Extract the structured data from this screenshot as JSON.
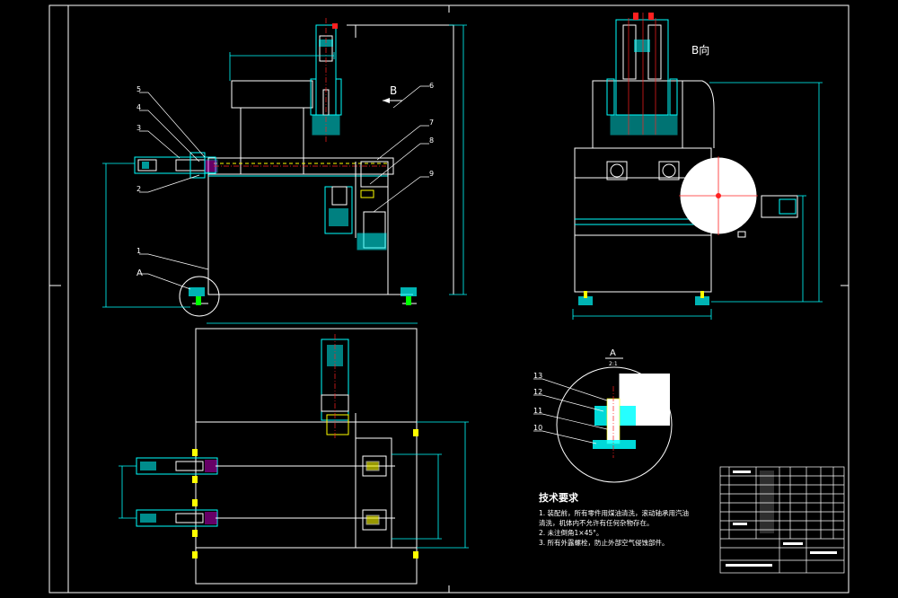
{
  "colors": {
    "background": "#000000",
    "outline": "#ffffff",
    "cyan": "#00ffff",
    "green": "#00ff00",
    "red": "#ff2020",
    "yellow": "#ffff00",
    "magenta": "#ff00ff"
  },
  "views": {
    "b_view_title": "B向",
    "direction_arrow": "B",
    "detail_circle_label": "A",
    "detail_title": "A",
    "detail_scale": "2:1"
  },
  "balloons": {
    "front": [
      {
        "num": "5"
      },
      {
        "num": "4"
      },
      {
        "num": "3"
      },
      {
        "num": "2"
      },
      {
        "num": "1"
      },
      {
        "num": "6"
      },
      {
        "num": "7"
      },
      {
        "num": "8"
      },
      {
        "num": "9"
      }
    ],
    "detail": [
      {
        "num": "13"
      },
      {
        "num": "12"
      },
      {
        "num": "11"
      },
      {
        "num": "10"
      }
    ]
  },
  "tech_requirements": {
    "title": "技术要求",
    "lines": [
      "1. 装配前，所有零件用煤油清洗，滚动轴承用汽油",
      "   清洗，机体内不允许有任何杂物存在。",
      "2. 未注倒角1×45°。",
      "3. 所有外露螺栓，防止外部空气侵蚀部件。"
    ]
  }
}
